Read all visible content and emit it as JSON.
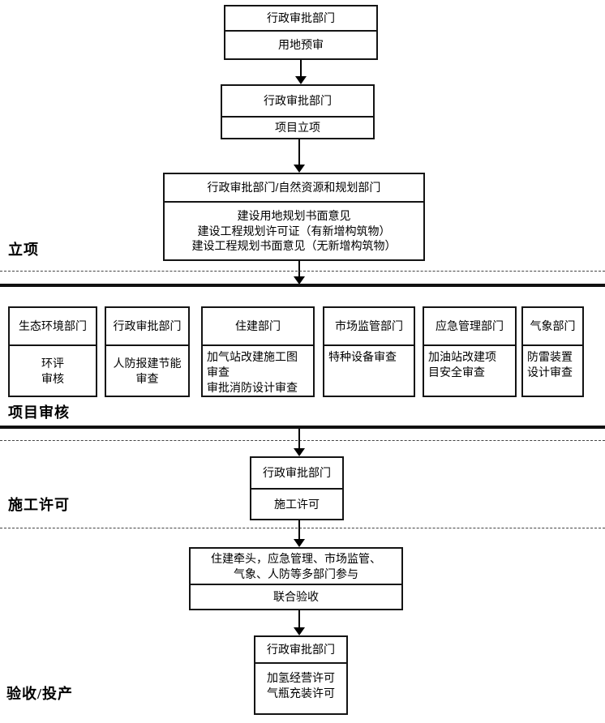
{
  "page": {
    "background": "#ffffff",
    "line_color": "#000000",
    "box_border_color": "#141414"
  },
  "section_labels": {
    "initiation": "立项",
    "project_review": "项目审核",
    "construction_permit": "施工许可",
    "acceptance_operation": "验收/投产"
  },
  "flow": {
    "land_pre_review": {
      "header": "行政审批部门",
      "body": "用地预审"
    },
    "project_initiation": {
      "header": "行政审批部门",
      "body": "项目立项"
    },
    "planning_opinion": {
      "header": "行政审批部门/自然资源和规划部门",
      "body": "建设用地规划书面意见\n建设工程规划许可证（有新增构筑物）\n建设工程规划书面意见（无新增构筑物）"
    },
    "review_row": [
      {
        "header": "生态环境部门",
        "body": "环评\n审核"
      },
      {
        "header": "行政审批部门",
        "body": "人防报建节能\n审查"
      },
      {
        "header": "住建部门",
        "body": "加气站改建施工图\n审查\n审批消防设计审查"
      },
      {
        "header": "市场监管部门",
        "body": "特种设备审查"
      },
      {
        "header": "应急管理部门",
        "body": "加油站改建项\n目安全审查"
      },
      {
        "header": "气象部门",
        "body": "防雷装置\n设计审查"
      }
    ],
    "construction_permit_box": {
      "header": "行政审批部门",
      "body": "施工许可"
    },
    "joint_acceptance": {
      "header": "住建牵头，应急管理、市场监管、\n气象、人防等多部门参与",
      "body": "联合验收"
    },
    "operation_license": {
      "header": "行政审批部门",
      "body": "加氢经营许可\n气瓶充装许可"
    }
  }
}
